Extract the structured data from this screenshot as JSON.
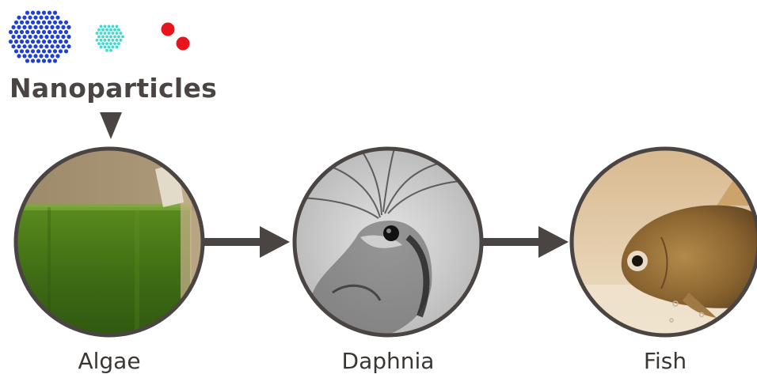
{
  "title": "Nanoparticles",
  "labels": {
    "algae": "Algae",
    "daphnia": "Daphnia",
    "fish": "Fish"
  },
  "icons": {
    "cluster_large": "nanoparticle-cluster-large-icon",
    "cluster_small": "nanoparticle-cluster-small-icon",
    "pair": "nanoparticle-pair-icon"
  },
  "colors": {
    "text": "#4a4542",
    "arrow": "#4a4542",
    "ring": "#4a4542",
    "blue_particles": "#1f3fd6",
    "cyan_particles": "#3fd9d0",
    "red_particles": "#e8141b"
  }
}
